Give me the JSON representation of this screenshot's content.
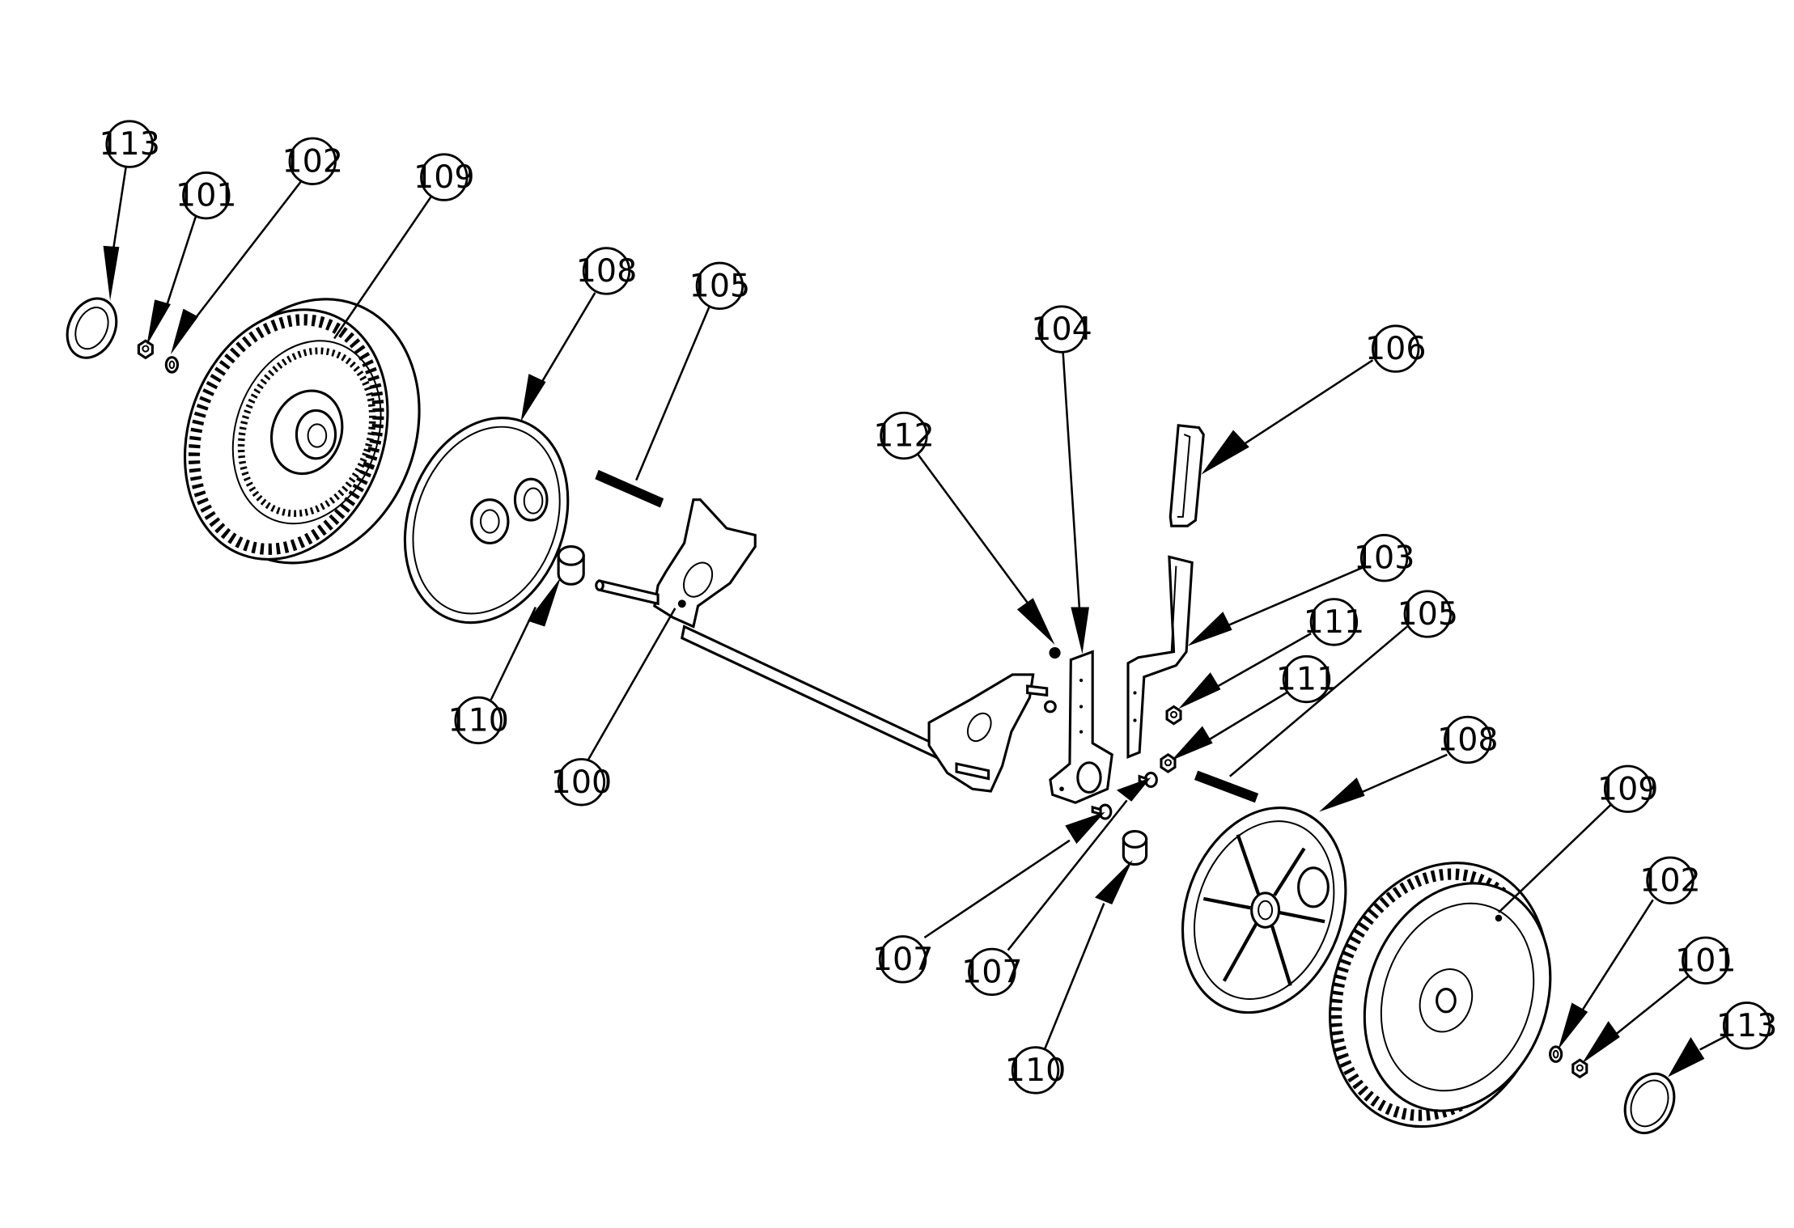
{
  "diagram": {
    "type": "exploded-parts-diagram",
    "callouts": [
      {
        "id": "c113a",
        "label": "113"
      },
      {
        "id": "c101a",
        "label": "101"
      },
      {
        "id": "c102a",
        "label": "102"
      },
      {
        "id": "c109a",
        "label": "109"
      },
      {
        "id": "c108a",
        "label": "108"
      },
      {
        "id": "c105a",
        "label": "105"
      },
      {
        "id": "c104",
        "label": "104"
      },
      {
        "id": "c106",
        "label": "106"
      },
      {
        "id": "c112",
        "label": "112"
      },
      {
        "id": "c103",
        "label": "103"
      },
      {
        "id": "c111a",
        "label": "111"
      },
      {
        "id": "c105b",
        "label": "105"
      },
      {
        "id": "c111b",
        "label": "111"
      },
      {
        "id": "c110a",
        "label": "110"
      },
      {
        "id": "c100",
        "label": "100"
      },
      {
        "id": "c108b",
        "label": "108"
      },
      {
        "id": "c109b",
        "label": "109"
      },
      {
        "id": "c102b",
        "label": "102"
      },
      {
        "id": "c101b",
        "label": "101"
      },
      {
        "id": "c113b",
        "label": "113"
      },
      {
        "id": "c107a",
        "label": "107"
      },
      {
        "id": "c107b",
        "label": "107"
      },
      {
        "id": "c110b",
        "label": "110"
      }
    ]
  }
}
